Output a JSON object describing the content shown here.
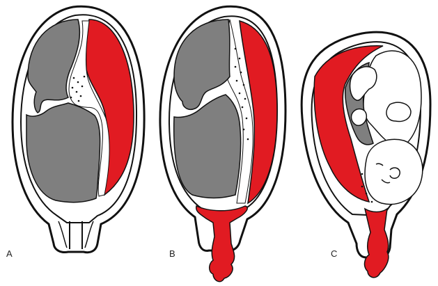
{
  "figure": {
    "panels": [
      {
        "id": "A",
        "label": "A"
      },
      {
        "id": "B",
        "label": "B"
      },
      {
        "id": "C",
        "label": "C"
      }
    ],
    "colors": {
      "placenta": "#7f7f7f",
      "blood": "#e11b22",
      "outline": "#111111",
      "background": "#ffffff"
    }
  }
}
